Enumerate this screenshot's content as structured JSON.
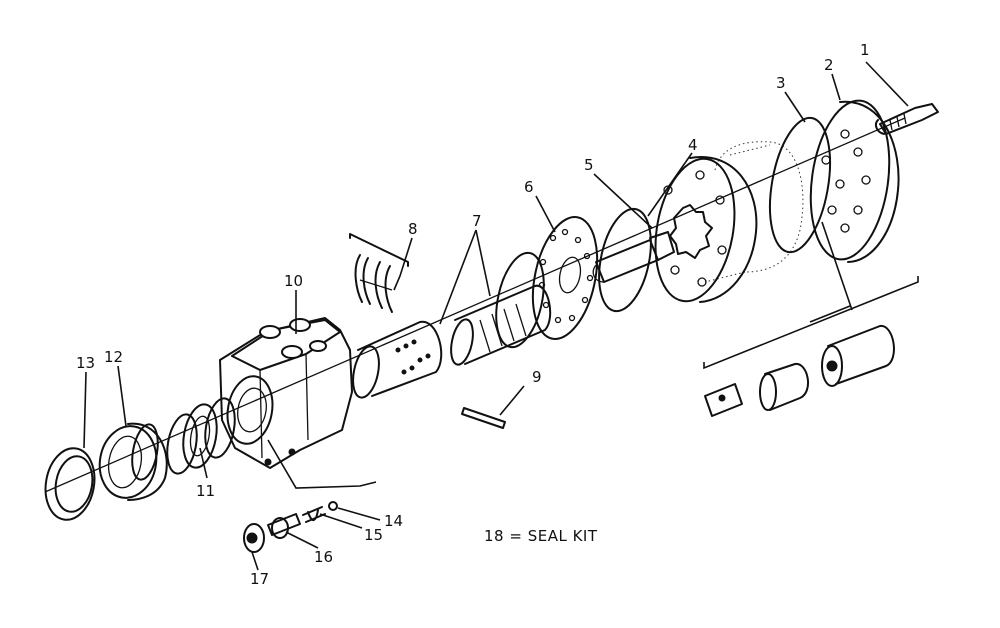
{
  "callouts": [
    {
      "id": "1",
      "text": "1"
    },
    {
      "id": "2",
      "text": "2"
    },
    {
      "id": "3",
      "text": "3"
    },
    {
      "id": "4",
      "text": "4"
    },
    {
      "id": "5",
      "text": "5"
    },
    {
      "id": "6",
      "text": "6"
    },
    {
      "id": "7",
      "text": "7"
    },
    {
      "id": "8",
      "text": "8"
    },
    {
      "id": "9",
      "text": "9"
    },
    {
      "id": "10",
      "text": "10"
    },
    {
      "id": "11",
      "text": "11"
    },
    {
      "id": "12",
      "text": "12"
    },
    {
      "id": "13",
      "text": "13"
    },
    {
      "id": "14",
      "text": "14"
    },
    {
      "id": "15",
      "text": "15"
    },
    {
      "id": "16",
      "text": "16"
    },
    {
      "id": "17",
      "text": "17"
    }
  ],
  "note": "18 = SEAL KIT"
}
